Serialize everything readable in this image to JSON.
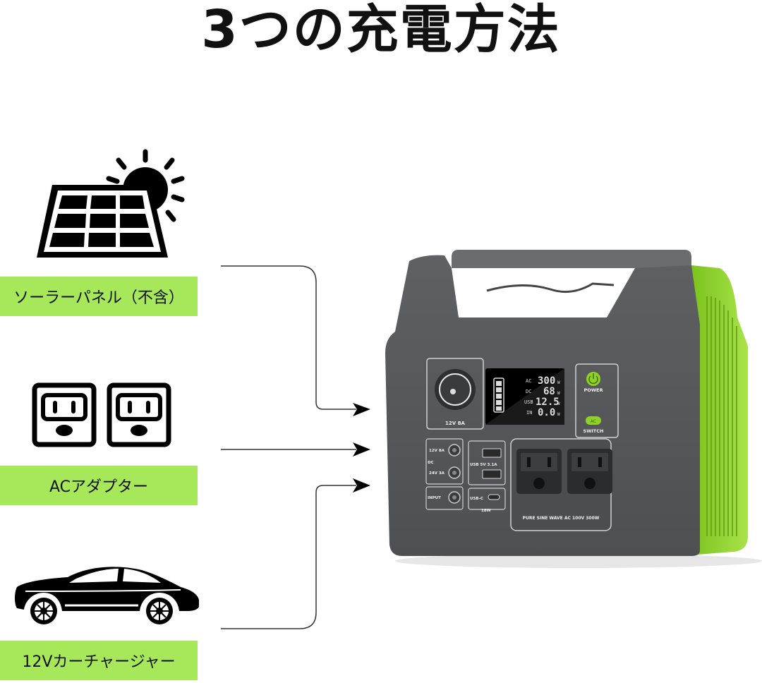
{
  "title": "3つの充電方法",
  "methods": [
    {
      "id": "solar",
      "icon": "solar-panel-icon",
      "label": "ソーラーパネル（不含）"
    },
    {
      "id": "ac",
      "icon": "ac-outlet-icon",
      "label": "ACアダプター"
    },
    {
      "id": "car",
      "icon": "car-icon",
      "label": "12Vカーチャージャー"
    }
  ],
  "colors": {
    "accent_green": "#a6e85a",
    "device_body": "#5a5c5e",
    "device_green": "#8fd129"
  },
  "device": {
    "cigarette_port_label": "12V 8A",
    "display": {
      "rows": [
        {
          "label": "AC",
          "value": "300",
          "unit": "W"
        },
        {
          "label": "DC",
          "value": "68",
          "unit": "W"
        },
        {
          "label": "USB",
          "value": "12.5",
          "unit": "W"
        },
        {
          "label": "IN",
          "value": "0.0",
          "unit": "W"
        }
      ]
    },
    "power_label": "POWER",
    "ac_button_label": "AC",
    "switch_label": "SWITCH",
    "dc_label": "DC",
    "dc_12v_label": "12V 8A",
    "dc_24v_label": "24V 3A",
    "input_label": "INPUT",
    "usb_label": "USB 5V 3.1A",
    "usbc_label": "USB-C",
    "usbc_power": "18W",
    "ac_outlet_caption": "PURE SINE WAVE   AC 100V 300W"
  }
}
